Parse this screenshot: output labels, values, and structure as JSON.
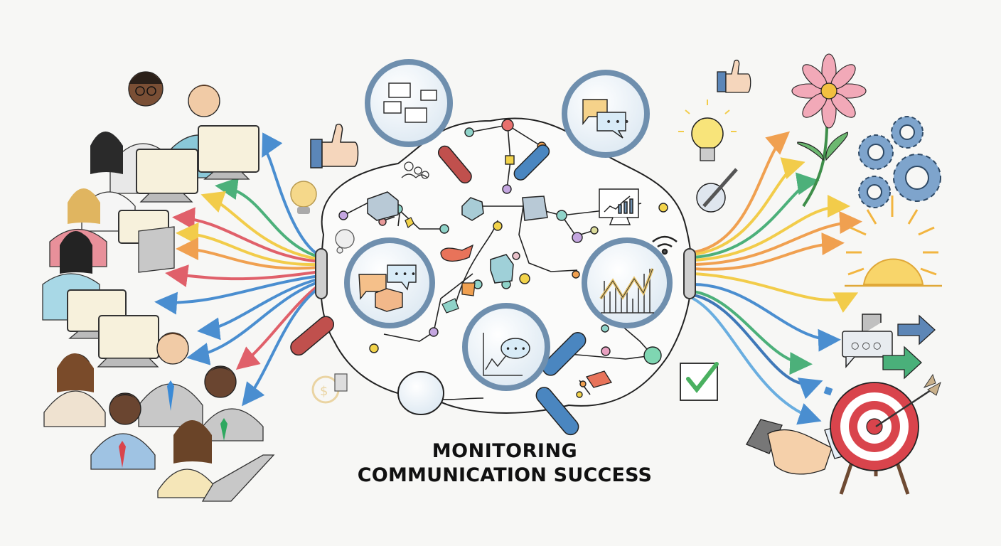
{
  "title": {
    "line1": "MONITORING",
    "line2": "COMMUNICATION SUCCESS"
  },
  "colors": {
    "background": "#f7f7f5",
    "outline": "#222222",
    "lens_rim": "#6f8fae",
    "handle_red": "#c0504d",
    "handle_blue": "#4a86c0",
    "stream_red": "#e0606a",
    "stream_orange": "#f0a050",
    "stream_yellow": "#f2cc4a",
    "stream_green": "#4cb07a",
    "stream_blue": "#4a8ed0",
    "gear_blue": "#7ea4cc",
    "target_red": "#d9444c",
    "sun_yellow": "#f2c04a"
  },
  "sections": {
    "left": {
      "label": "team-of-communicators",
      "people_count": 10
    },
    "center": {
      "label": "communication-network",
      "magnifiers": [
        "documents",
        "chat-bubbles",
        "messages-boxes",
        "trend-chart",
        "chat-analytics"
      ]
    },
    "right": {
      "label": "outcomes",
      "icons": [
        "thumbs-up",
        "light-bulb",
        "gauge",
        "flower",
        "gears",
        "sun",
        "chat-arrows",
        "checkbox",
        "handshake",
        "target"
      ]
    }
  }
}
